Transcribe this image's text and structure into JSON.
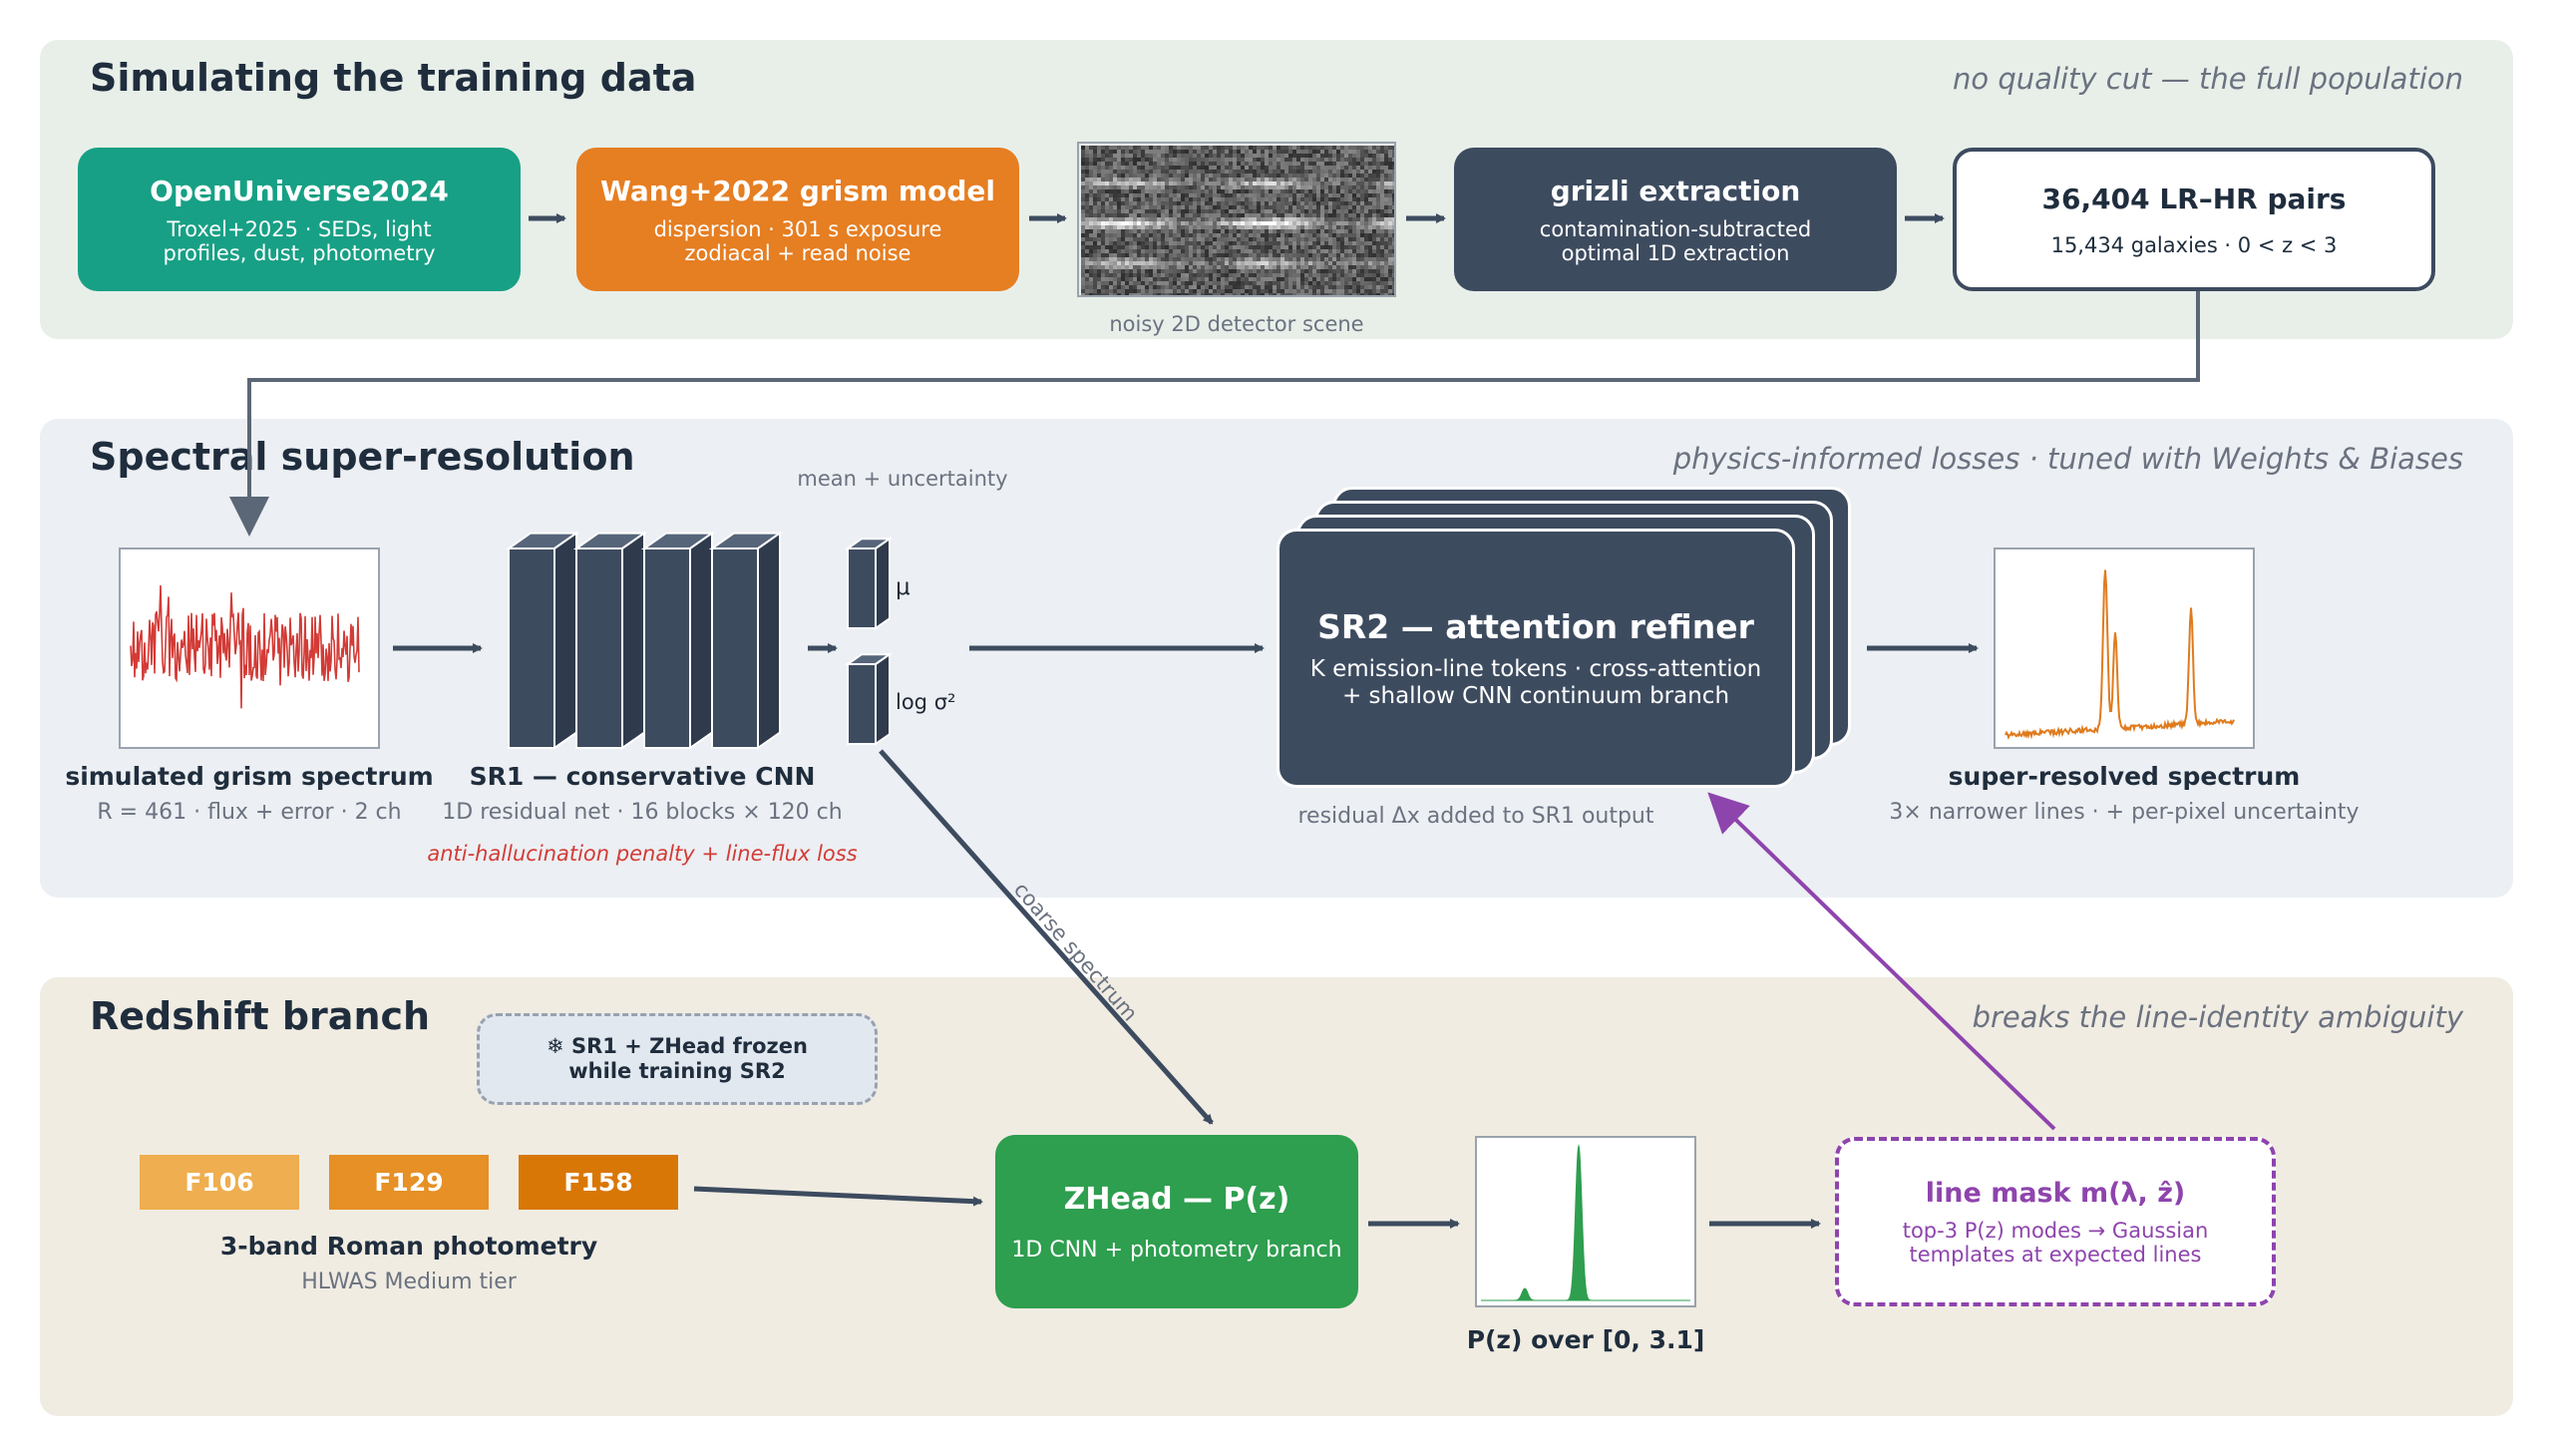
{
  "panels": {
    "sim": {
      "title": "Simulating the training data",
      "note": "no quality cut — the full population"
    },
    "sr": {
      "title": "Spectral super-resolution",
      "note": "physics-informed losses  ·  tuned with Weights & Biases"
    },
    "z": {
      "title": "Redshift branch",
      "note": "breaks the line-identity ambiguity"
    }
  },
  "sim": {
    "openuniverse": {
      "title": "OpenUniverse2024",
      "sub1": "Troxel+2025 · SEDs, light",
      "sub2": "profiles, dust, photometry"
    },
    "wang": {
      "title": "Wang+2022 grism model",
      "sub1": "dispersion · 301 s exposure",
      "sub2": "zodiacal + read noise"
    },
    "scene_caption": "noisy 2D detector scene",
    "grizli": {
      "title": "grizli extraction",
      "sub1": "contamination-subtracted",
      "sub2": "optimal 1D extraction"
    },
    "pairs": {
      "title": "36,404 LR–HR pairs",
      "sub": "15,434 galaxies · 0 < z < 3"
    }
  },
  "sr": {
    "mean_uncertainty": "mean + uncertainty",
    "mu": "μ",
    "logsigma": "log σ²",
    "input": {
      "title": "simulated grism spectrum",
      "sub": "R = 461 · flux + error · 2 ch"
    },
    "sr1": {
      "title": "SR1 — conservative CNN",
      "sub": "1D residual net · 16 blocks × 120 ch",
      "loss": "anti-hallucination penalty + line-flux loss"
    },
    "sr2": {
      "title": "SR2 — attention refiner",
      "sub1": "K emission-line tokens · cross-attention",
      "sub2": "+ shallow CNN continuum branch",
      "caption": "residual Δx added to SR1 output"
    },
    "output": {
      "title": "super-resolved spectrum",
      "sub": "3× narrower lines · + per-pixel uncertainty"
    },
    "coarse": "coarse spectrum"
  },
  "z": {
    "frozen": {
      "line1": "❄ SR1 + ZHead frozen",
      "line2": "while training SR2"
    },
    "bands": [
      "F106",
      "F129",
      "F158"
    ],
    "photometry": {
      "title": "3-band Roman photometry",
      "sub": "HLWAS Medium tier"
    },
    "zhead": {
      "title": "ZHead — P(z)",
      "sub": "1D CNN + photometry branch"
    },
    "pz_caption": "P(z) over [0, 3.1]",
    "mask": {
      "title": "line mask m(λ, ẑ)",
      "sub1": "top-3 P(z) modes → Gaussian",
      "sub2": "templates at expected lines"
    }
  },
  "colors": {
    "teal": "#17a085",
    "orange": "#e67e22",
    "slate": "#3d4b5f",
    "green": "#2e9e4f",
    "purple": "#8e44ad",
    "red": "#d33b36",
    "spectrum_out": "#e07b1d",
    "panel_sim": "#e8efe9",
    "panel_sr": "#eceff3",
    "panel_z": "#f0ece2"
  }
}
